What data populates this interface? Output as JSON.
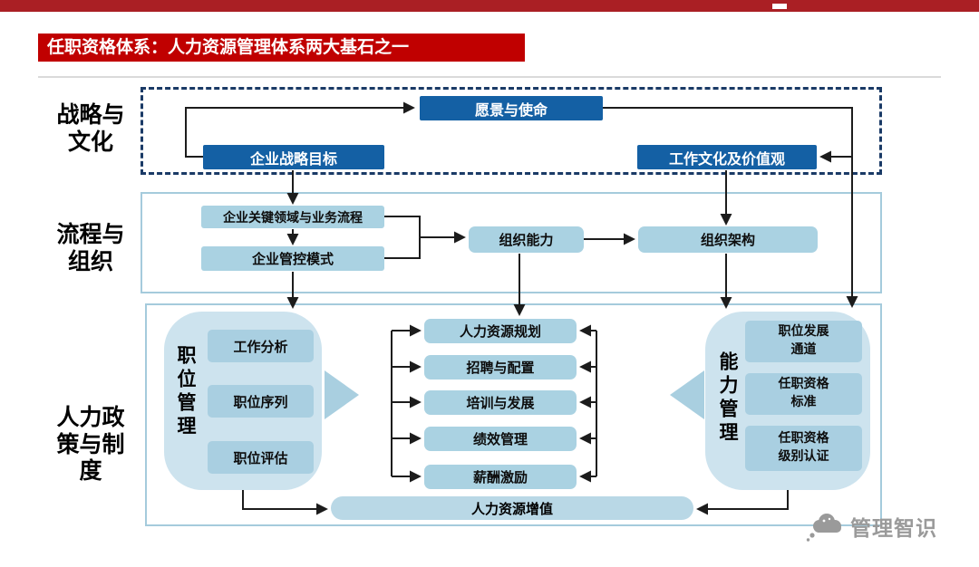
{
  "page": {
    "title": "任职资格体系：人力资源管理体系两大基石之一",
    "watermark": "管理智识"
  },
  "colors": {
    "top_bar_red": "#aa1f24",
    "title_banner_red": "#c00000",
    "dark_blue_box": "#1460a4",
    "light_blue_box": "#aad2e2",
    "group_fill": "#cde3ee",
    "sub_item_fill": "#a9cfe1",
    "container_border": "#a5cbdc",
    "dashed_border": "#1a3a66",
    "arrow": "#1c1c1c",
    "watermark_gray": "#9a9a9a"
  },
  "sections": {
    "strategy": {
      "label": "战略与\n文化",
      "boxes": {
        "vision": "愿景与使命",
        "strategy_goal": "企业战略目标",
        "culture_values": "工作文化及价值观"
      }
    },
    "process": {
      "label": "流程与\n组织",
      "boxes": {
        "key_areas": "企业关键领域与业务流程",
        "control_model": "企业管控模式",
        "org_capability": "组织能力",
        "org_structure": "组织架构"
      }
    },
    "policy": {
      "label": "人力政\n策与制\n度",
      "position_group": {
        "title": "职位管理",
        "items": [
          "工作分析",
          "职位序列",
          "职位评估"
        ]
      },
      "hr_modules": [
        "人力资源规划",
        "招聘与配置",
        "培训与发展",
        "绩效管理",
        "薪酬激励"
      ],
      "competency_group": {
        "title": "能力管理",
        "items": [
          "职位发展\n通道",
          "任职资格\n标准",
          "任职资格\n级别认证"
        ]
      },
      "bottom_bar": "人力资源增值"
    }
  }
}
